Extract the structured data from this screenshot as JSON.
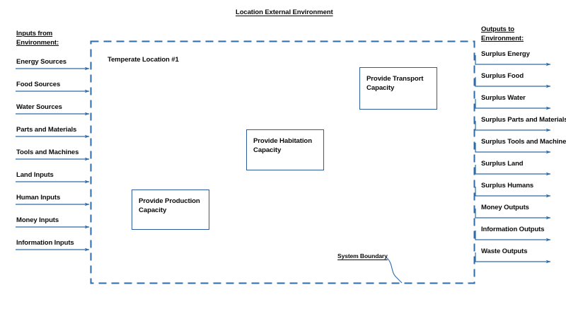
{
  "diagram": {
    "title": "Location External Environment",
    "location_label": "Temperate Location #1",
    "boundary_note": "System Boundary",
    "accent_color": "#2e5c9a",
    "arrow_color": "#2e6ba8",
    "text_color": "#0a0a0a",
    "background_color": "#ffffff"
  },
  "inputs": {
    "heading_line1": "Inputs from",
    "heading_line2": "Environment:",
    "items": [
      {
        "label": "Energy Sources"
      },
      {
        "label": "Food Sources"
      },
      {
        "label": "Water Sources"
      },
      {
        "label": "Parts and Materials"
      },
      {
        "label": "Tools and Machines"
      },
      {
        "label": "Land Inputs"
      },
      {
        "label": "Human Inputs"
      },
      {
        "label": "Money Inputs"
      },
      {
        "label": "Information Inputs"
      }
    ]
  },
  "outputs": {
    "heading_line1": "Outputs to",
    "heading_line2": "Environment:",
    "items": [
      {
        "label": "Surplus Energy"
      },
      {
        "label": "Surplus Food"
      },
      {
        "label": "Surplus Water"
      },
      {
        "label": "Surplus Parts and Materials"
      },
      {
        "label": "Surplus Tools and Machines"
      },
      {
        "label": "Surplus Land"
      },
      {
        "label": "Surplus Humans"
      },
      {
        "label": "Money Outputs"
      },
      {
        "label": "Information Outputs"
      },
      {
        "label": "Waste Outputs"
      }
    ]
  },
  "processes": [
    {
      "name": "provide-transport-capacity",
      "label": "Provide Transport\nCapacity"
    },
    {
      "name": "provide-habitation-capacity",
      "label": "Provide Habitation\nCapacity"
    },
    {
      "name": "provide-production-capacity",
      "label": "Provide Production\nCapacity"
    }
  ]
}
